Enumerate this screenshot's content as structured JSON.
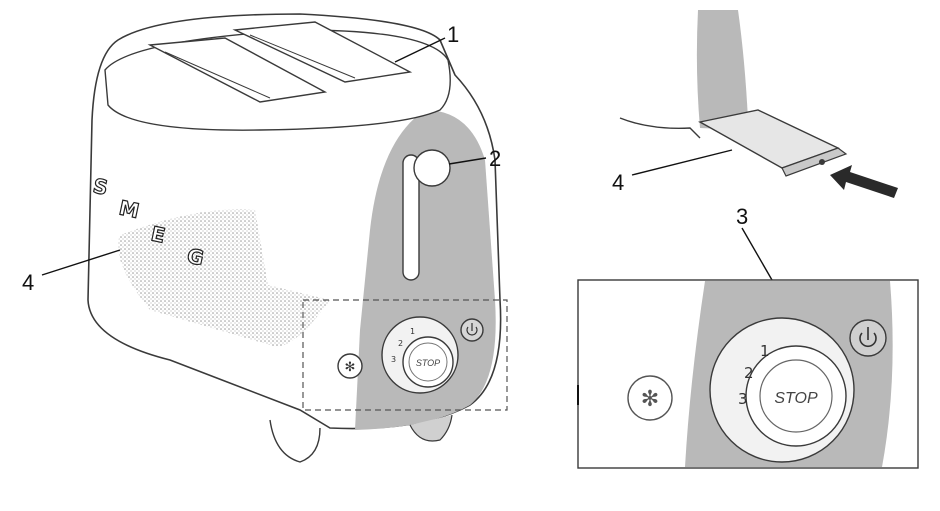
{
  "callouts": {
    "c1": "1",
    "c2": "2",
    "c3": "3",
    "c4_main": "4",
    "c4_tray": "4"
  },
  "brand_letters": [
    "S",
    "M",
    "E",
    "G"
  ],
  "dial": {
    "stop_label": "STOP",
    "settings": [
      "3",
      "2",
      "1"
    ]
  },
  "icons": {
    "defrost": "snowflake-icon",
    "cancel": "power-icon",
    "insert_direction": "arrow-left-icon"
  },
  "colors": {
    "outline": "#3a3a3a",
    "shade": "#b9b9b9",
    "tray": "#e6e6e6"
  }
}
